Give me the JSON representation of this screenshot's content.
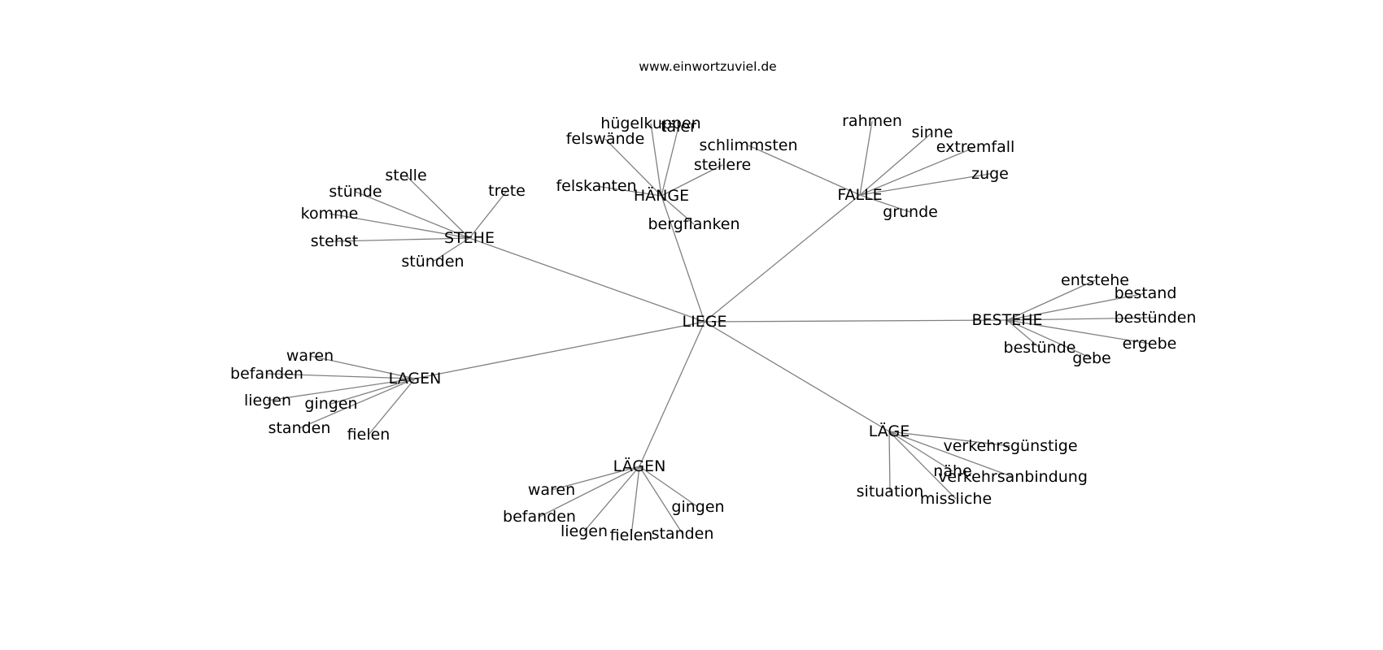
{
  "title": "www.einwortzuviel.de",
  "graph": {
    "center": "LIEGE",
    "clusters": [
      {
        "hub": "HÄNGE",
        "leaves": [
          "hügelkuppen",
          "täler",
          "felswände",
          "steilere",
          "felskanten",
          "bergflanken"
        ]
      },
      {
        "hub": "FALLE",
        "leaves": [
          "rahmen",
          "sinne",
          "extremfall",
          "schlimmsten",
          "zuge",
          "grunde"
        ]
      },
      {
        "hub": "STEHE",
        "leaves": [
          "stelle",
          "trete",
          "stünde",
          "komme",
          "stehst",
          "stünden"
        ]
      },
      {
        "hub": "BESTEHE",
        "leaves": [
          "entstehe",
          "bestand",
          "bestünden",
          "ergebe",
          "bestünde",
          "gebe"
        ]
      },
      {
        "hub": "LAGEN",
        "leaves": [
          "waren",
          "befanden",
          "liegen",
          "gingen",
          "standen",
          "fielen"
        ]
      },
      {
        "hub": "LÄGE",
        "leaves": [
          "verkehrsgünstige",
          "nähe",
          "verkehrsanbindung",
          "situation",
          "missliche"
        ]
      },
      {
        "hub": "LÄGEN",
        "leaves": [
          "waren",
          "befanden",
          "liegen",
          "fielen",
          "standen",
          "gingen"
        ]
      }
    ]
  }
}
